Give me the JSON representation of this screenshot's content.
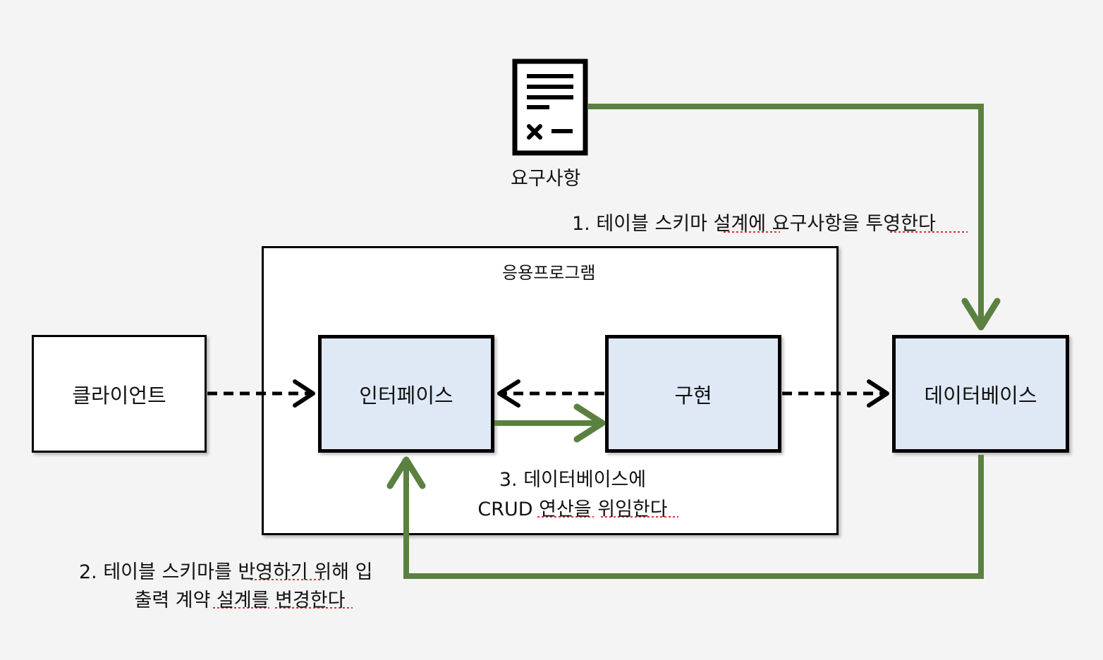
{
  "nodes": {
    "requirements": "요구사항",
    "application": "응용프로그램",
    "client": "클라이언트",
    "interface": "인터페이스",
    "implementation": "구현",
    "database": "데이터베이스"
  },
  "annotations": {
    "step1": "1. 테이블 스키마 설계에 요구사항을 투영한다",
    "step2_line1": "2. 테이블 스키마를 반영하기 위해 입",
    "step2_line2": "출력 계약 설계를 변경한다",
    "step3_line1": "3. 데이터베이스에",
    "step3_line2": "CRUD 연산을 위임한다"
  },
  "colors": {
    "green_edge": "#5b8140",
    "box_fill_blue": "#dfe8f5",
    "background": "#f4f4f4"
  },
  "icons": [
    "document-icon"
  ]
}
